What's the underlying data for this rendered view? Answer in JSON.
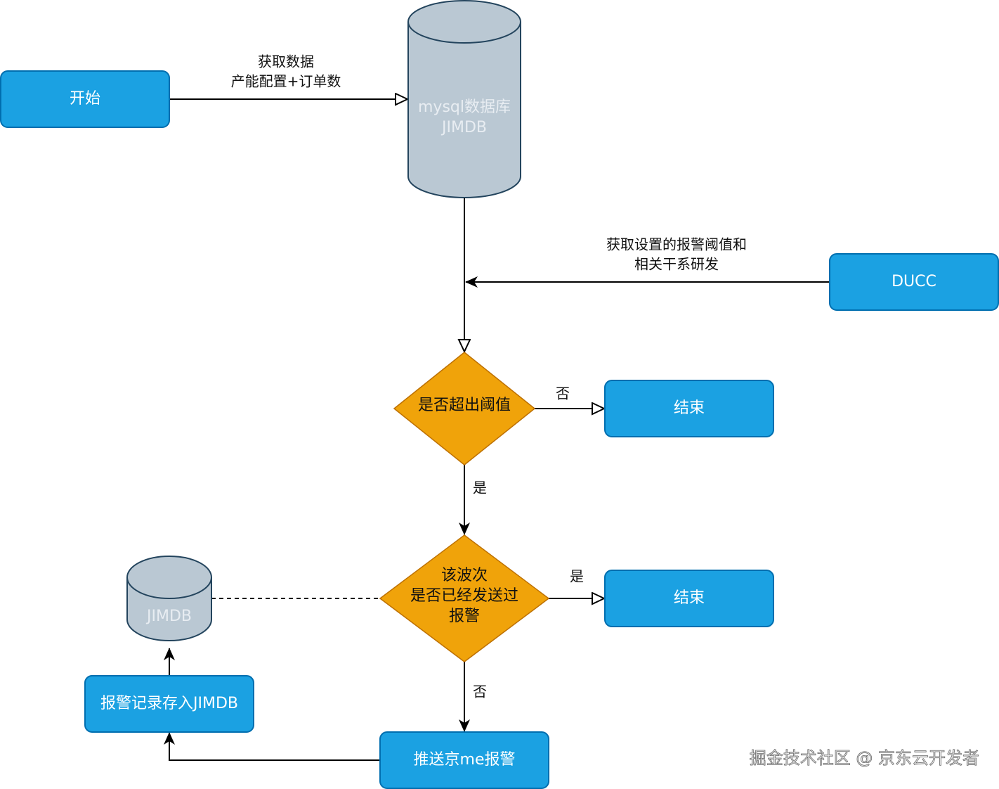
{
  "colors": {
    "process_fill": "#1ba1e2",
    "process_stroke": "#006eaf",
    "decision_fill": "#f0a30a",
    "decision_stroke": "#bd7000",
    "database_fill": "#bac8d3",
    "database_stroke": "#23445d",
    "edge": "#000000"
  },
  "nodes": {
    "start": {
      "label": "开始"
    },
    "main_db": {
      "lines": [
        "mysql数据库",
        "JIMDB"
      ]
    },
    "ducc": {
      "label": "DUCC"
    },
    "threshold_decision": {
      "label": "是否超出阈值"
    },
    "end_1": {
      "label": "结束"
    },
    "sent_decision": {
      "lines": [
        "该波次",
        "是否已经发送过",
        "报警"
      ]
    },
    "end_2": {
      "label": "结束"
    },
    "alert_db": {
      "label": "JIMDB"
    },
    "save_record": {
      "label": "报警记录存入JIMDB"
    },
    "push_alert": {
      "label": "推送京me报警"
    }
  },
  "edges": {
    "fetch_data": {
      "lines": [
        "获取数据",
        "产能配置+订单数"
      ]
    },
    "fetch_threshold": {
      "lines": [
        "获取设置的报警阈值和",
        "相关干系研发"
      ]
    },
    "threshold_no": {
      "label": "否"
    },
    "threshold_yes": {
      "label": "是"
    },
    "sent_yes": {
      "label": "是"
    },
    "sent_no": {
      "label": "否"
    }
  },
  "watermark": "掘金技术社区 @ 京东云开发者"
}
